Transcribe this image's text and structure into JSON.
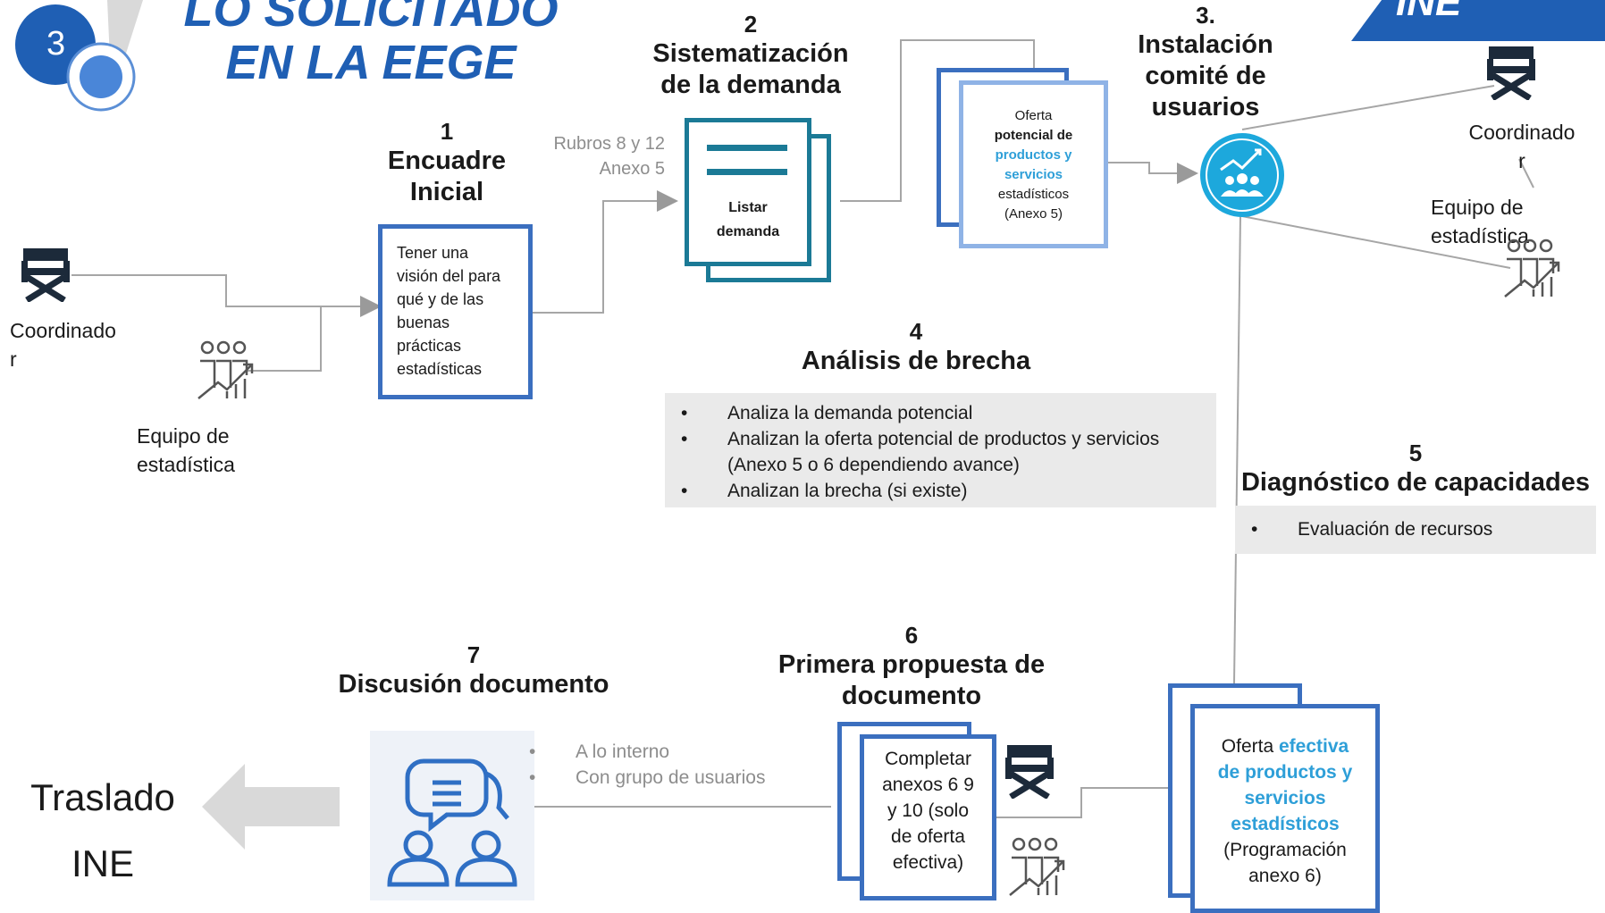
{
  "colors": {
    "brand_blue": "#1f5fb4",
    "box_blue": "#3b6fbf",
    "teal": "#1b7a96",
    "light_blue": "#8fb3e6",
    "accent": "#2e9fd8",
    "cyan_circle": "#1da8dc",
    "panel_gray": "#eaeaea",
    "line_gray": "#9a9a9a"
  },
  "header": {
    "step_badge": "3",
    "heading_line1": "LO SOLICITADO",
    "heading_line2": "EN LA EEGE",
    "corner_tab": "INE"
  },
  "steps": {
    "s1": {
      "num": "1",
      "title_line1": "Encuadre",
      "title_line2": "Inicial",
      "box_text": "Tener una visión del para qué y de las buenas prácticas estadísticas"
    },
    "s2": {
      "num": "2",
      "title_line1": "Sistematización",
      "title_line2": "de la demanda",
      "note_line1": "Rubros 8 y 12",
      "note_line2": "Anexo 5",
      "doc_line1": "Listar",
      "doc_line2": "demanda"
    },
    "offer_potential": {
      "l1": "Oferta",
      "l2": "potencial de",
      "l3": "productos y",
      "l4": "servicios",
      "l5": "estadísticos",
      "l6": "(Anexo 5)"
    },
    "s3": {
      "num": "3.",
      "title_line1": "Instalación",
      "title_line2": "comité de",
      "title_line3": "usuarios"
    },
    "s4": {
      "num": "4",
      "title": "Análisis de brecha",
      "bullets": [
        "Analiza la demanda potencial",
        "Analizan la oferta potencial de productos y servicios",
        "(Anexo 5  o 6 dependiendo avance)",
        "Analizan la brecha (si existe)"
      ]
    },
    "s5": {
      "num": "5",
      "title": "Diagnóstico de capacidades",
      "bullet": "Evaluación de recursos"
    },
    "s6": {
      "num": "6",
      "title_line1": "Primera propuesta de",
      "title_line2": "documento",
      "box_l1": "Completar",
      "box_l2": "anexos 6 9",
      "box_l3": "y 10 (solo",
      "box_l4": "de oferta",
      "box_l5": "efectiva)"
    },
    "offer_effective": {
      "l1a": "Oferta ",
      "l1b": "efectiva",
      "l2": "de productos y",
      "l3": "servicios",
      "l4": "estadísticos",
      "l5": "(Programación",
      "l6": "anexo 6)"
    },
    "s7": {
      "num": "7",
      "title": "Discusión documento",
      "bullets": [
        "A lo interno",
        "Con grupo de usuarios"
      ]
    }
  },
  "people": {
    "left_coord_l1": "Coordinado",
    "left_coord_l2": "r",
    "left_team_l1": "Equipo de",
    "left_team_l2": "estadística",
    "right_coord_l1": "Coordinado",
    "right_coord_l2": "r",
    "right_team_l1": "Equipo de",
    "right_team_l2": "estadística"
  },
  "traslado": {
    "l1": "Traslado",
    "l2": "INE"
  },
  "icons": [
    "director-chair-icon",
    "team-growth-icon",
    "user-committee-icon",
    "document-icon",
    "discussion-icon",
    "arrow-left-icon"
  ]
}
